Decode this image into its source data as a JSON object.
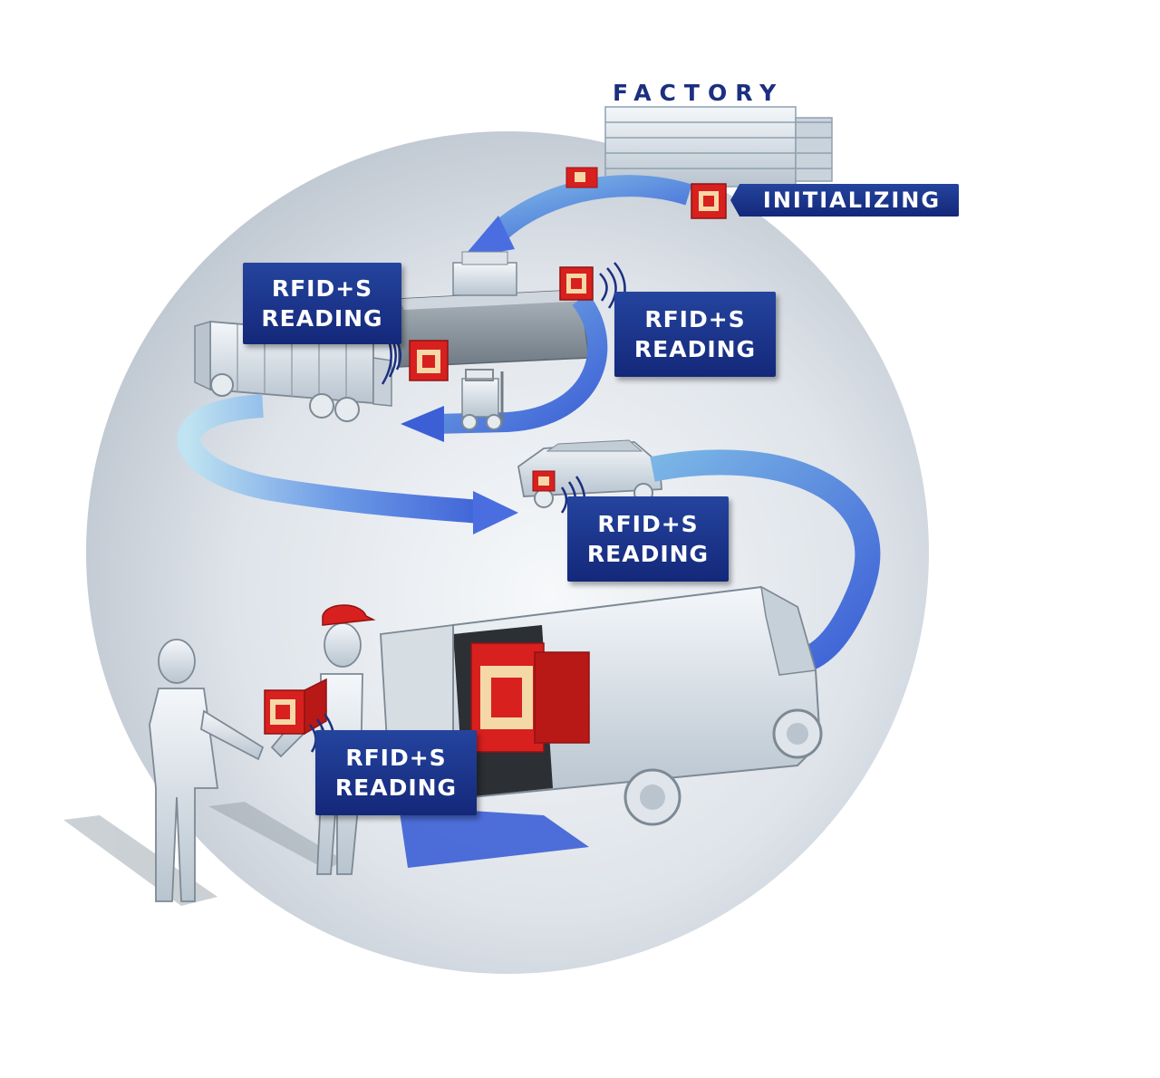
{
  "title": "FACTORY",
  "initializing_label": "INITIALIZING",
  "reading_labels": [
    {
      "line1": "RFID+S",
      "line2": "READING"
    },
    {
      "line1": "RFID+S",
      "line2": "READING"
    },
    {
      "line1": "RFID+S",
      "line2": "READING"
    },
    {
      "line1": "RFID+S",
      "line2": "READING"
    }
  ],
  "colors": {
    "label_bg": "#1c3a92",
    "label_text": "#ffffff",
    "title_text": "#1c2f80",
    "flow_arrow": "#4a6ee0",
    "tag_red": "#d8201e",
    "tag_inner": "#f5d8a8",
    "sphere": "#d3dae2"
  },
  "icons": [
    "factory-icon",
    "conveyor-icon",
    "truck-icon",
    "forklift-icon",
    "car-icon",
    "van-icon",
    "customer-figure-icon",
    "courier-figure-icon",
    "rfid-tag-icon",
    "signal-waves-icon",
    "flow-arrow-icon"
  ]
}
